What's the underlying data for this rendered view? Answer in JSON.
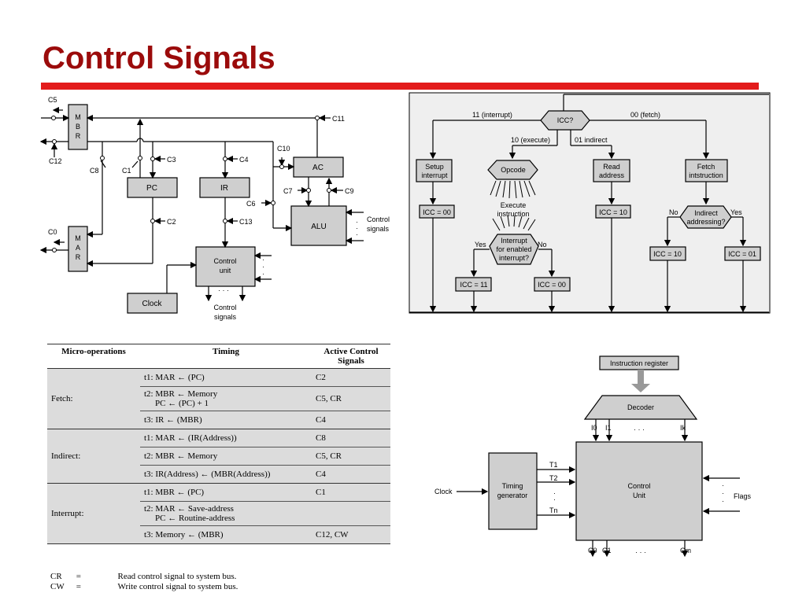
{
  "title": "Control Signals",
  "datapath": {
    "mbr": [
      "M",
      "B",
      "R"
    ],
    "mar": [
      "M",
      "A",
      "R"
    ],
    "pc": "PC",
    "ir": "IR",
    "ac": "AC",
    "alu": "ALU",
    "control_unit": [
      "Control",
      "unit"
    ],
    "clock": "Clock",
    "control_signals_right": [
      "Control",
      "signals"
    ],
    "control_signals_bottom": [
      "Control",
      "signals"
    ],
    "signals": {
      "c5": "C5",
      "c12": "C12",
      "c8": "C8",
      "c1": "C1",
      "c3": "C3",
      "c2": "C2",
      "c4": "C4",
      "c13": "C13",
      "c10": "C10",
      "c11": "C11",
      "c7": "C7",
      "c9": "C9",
      "c6": "C6",
      "c0": "C0"
    }
  },
  "flowchart": {
    "icc": "ICC?",
    "interrupt_label": "11 (interrupt)",
    "fetch_label": "00 (fetch)",
    "execute_label": "10 (execute)",
    "indirect_label": "01 indirect",
    "setup_interrupt": [
      "Setup",
      "interrupt"
    ],
    "opcode": "Opcode",
    "execute_instruction": [
      "Execute",
      "instruction"
    ],
    "read_address": [
      "Read",
      "address"
    ],
    "fetch_instruction": [
      "Fetch",
      "intstruction"
    ],
    "icc_00_a": "ICC = 00",
    "icc_10_a": "ICC = 10",
    "interrupt_enabled": [
      "Interrupt",
      "for enabled",
      "interrupt?"
    ],
    "yes_1": "Yes",
    "no_1": "No",
    "icc_11": "ICC = 11",
    "icc_00_b": "ICC = 00",
    "indirect_addressing": [
      "Indirect",
      "addressing?"
    ],
    "no_2": "No",
    "yes_2": "Yes",
    "icc_10_b": "ICC = 10",
    "icc_01": "ICC = 01"
  },
  "table": {
    "headers": [
      "Micro-operations",
      "Timing",
      "Active Control Signals"
    ],
    "fetch": "Fetch:",
    "indirect": "Indirect:",
    "interrupt": "Interrupt:",
    "rows": [
      {
        "timing": "t1: MAR ← (PC)",
        "signals": "C2"
      },
      {
        "timing": "t2: MBR ← Memory",
        "timing2": "PC ← (PC) + 1",
        "signals": "C5, CR"
      },
      {
        "timing": "t3: IR ← (MBR)",
        "signals": "C4"
      },
      {
        "timing": "t1: MAR ← (IR(Address))",
        "signals": "C8"
      },
      {
        "timing": "t2: MBR ← Memory",
        "signals": "C5, CR"
      },
      {
        "timing": "t3: IR(Address) ← (MBR(Address))",
        "signals": "C4"
      },
      {
        "timing": "t1: MBR ← (PC)",
        "signals": "C1"
      },
      {
        "timing": "t2: MAR ← Save-address",
        "timing2": "PC ← Routine-address",
        "signals": ""
      },
      {
        "timing": "t3: Memory ← (MBR)",
        "signals": "C12, CW"
      }
    ],
    "legend": [
      {
        "sym": "CR",
        "eq": "=",
        "text": "Read control signal to system bus."
      },
      {
        "sym": "CW",
        "eq": "=",
        "text": "Write control signal to system bus."
      }
    ]
  },
  "cu_diagram": {
    "instruction_register": "Instruction register",
    "decoder": "Decoder",
    "timing_generator": [
      "Timing",
      "generator"
    ],
    "control_unit": [
      "Control",
      "Unit"
    ],
    "clock": "Clock",
    "flags": "Flags",
    "i0": "I0",
    "i1": "I1",
    "ik": "Ik",
    "t1": "T1",
    "t2": "T2",
    "tn": "Tn",
    "c0": "C0",
    "c1": "C1",
    "cm": "Cm",
    "dots": "· · ·"
  },
  "colors": {
    "title": "#9b0b0b",
    "bar": "#e31b1b",
    "box": "#cfcfcf",
    "flow_bg": "#efefef"
  }
}
